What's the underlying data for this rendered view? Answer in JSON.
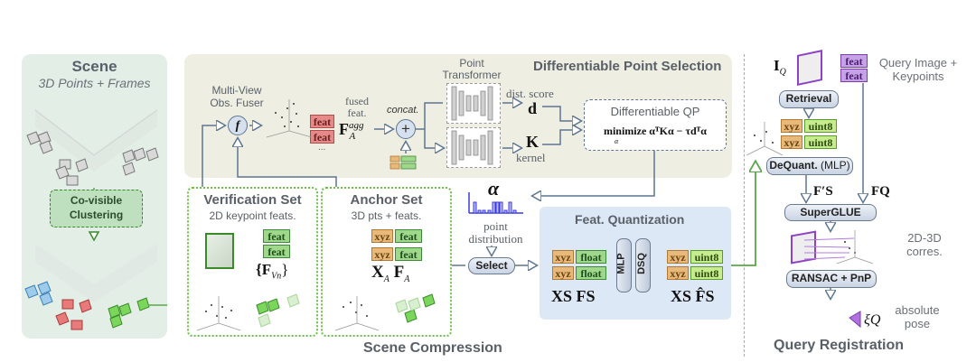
{
  "scene": {
    "title": "Scene",
    "subtitle": "3D Points + Frames",
    "clustering_label": "Co-visible Clustering"
  },
  "point_selection": {
    "title": "Differentiable Point Selection",
    "fuser_label": "Multi-View Obs. Fuser",
    "fuser_symbol": "f",
    "feat_chips": [
      "feat",
      "feat"
    ],
    "ellipsis": "...",
    "fused_label": "fused feat.",
    "fused_symbol": "F",
    "fused_sup": "agg",
    "fused_sub": "A",
    "concat_label": "concat.",
    "transformer_label": "Point Transformer",
    "dist_label": "dist. score",
    "d_symbol": "d",
    "k_symbol": "K",
    "kernel_label": "kernel",
    "qp_title": "Differentiable QP",
    "qp_formula": "minimize αᵀKα − τdᵀα",
    "qp_sub": "α"
  },
  "verification_set": {
    "title": "Verification Set",
    "subtitle": "2D keypoint feats.",
    "chips": [
      "feat",
      "feat"
    ],
    "symbol": "{F",
    "symbol_sub": "Vn",
    "symbol_close": "}"
  },
  "anchor_set": {
    "title": "Anchor Set",
    "subtitle": "3D pts + feats.",
    "rows": [
      [
        "xyz",
        "feat"
      ],
      [
        "xyz",
        "feat"
      ]
    ],
    "ellipsis": "...",
    "x_symbol": "X",
    "x_sub": "A",
    "f_symbol": "F",
    "f_sub": "A"
  },
  "distribution": {
    "alpha": "α",
    "label": "point distribution",
    "select_button": "Select"
  },
  "quantization": {
    "title": "Feat. Quantization",
    "input_rows": [
      [
        "xyz",
        "float"
      ],
      [
        "xyz",
        "float"
      ]
    ],
    "output_rows": [
      [
        "xyz",
        "uint8"
      ],
      [
        "xyz",
        "uint8"
      ]
    ],
    "mlp_label": "MLP",
    "dsq_label": "DSQ",
    "ellipsis": "...",
    "input_symbol": "XS FS",
    "output_symbol": "XS F̂S"
  },
  "scene_compression_label": "Scene Compression",
  "query": {
    "iq_symbol": "I",
    "iq_sub": "Q",
    "chips": [
      "feat",
      "feat"
    ],
    "caption": "Query Image + Keypoints",
    "retrieval": "Retrieval",
    "rows": [
      [
        "xyz",
        "uint8"
      ],
      [
        "xyz",
        "uint8"
      ]
    ],
    "dequant": "DeQuant.",
    "dequant_suffix": "(MLP)",
    "fs_prime": "F′S",
    "fq": "FQ",
    "superglue": "SuperGLUE",
    "corres_label": "2D-3D corres.",
    "ransac": "RANSAC + PnP",
    "pose_symbol": "ξQ",
    "pose_label": "absolute pose",
    "section_label": "Query Registration"
  },
  "colors": {
    "scene_panel": "#e3efe6",
    "selection_panel": "#eeefe2",
    "quant_panel": "#dde8f6",
    "arrow": "#5d7590",
    "green_arrow": "#5aa84a",
    "purple": "#8d43c4"
  }
}
